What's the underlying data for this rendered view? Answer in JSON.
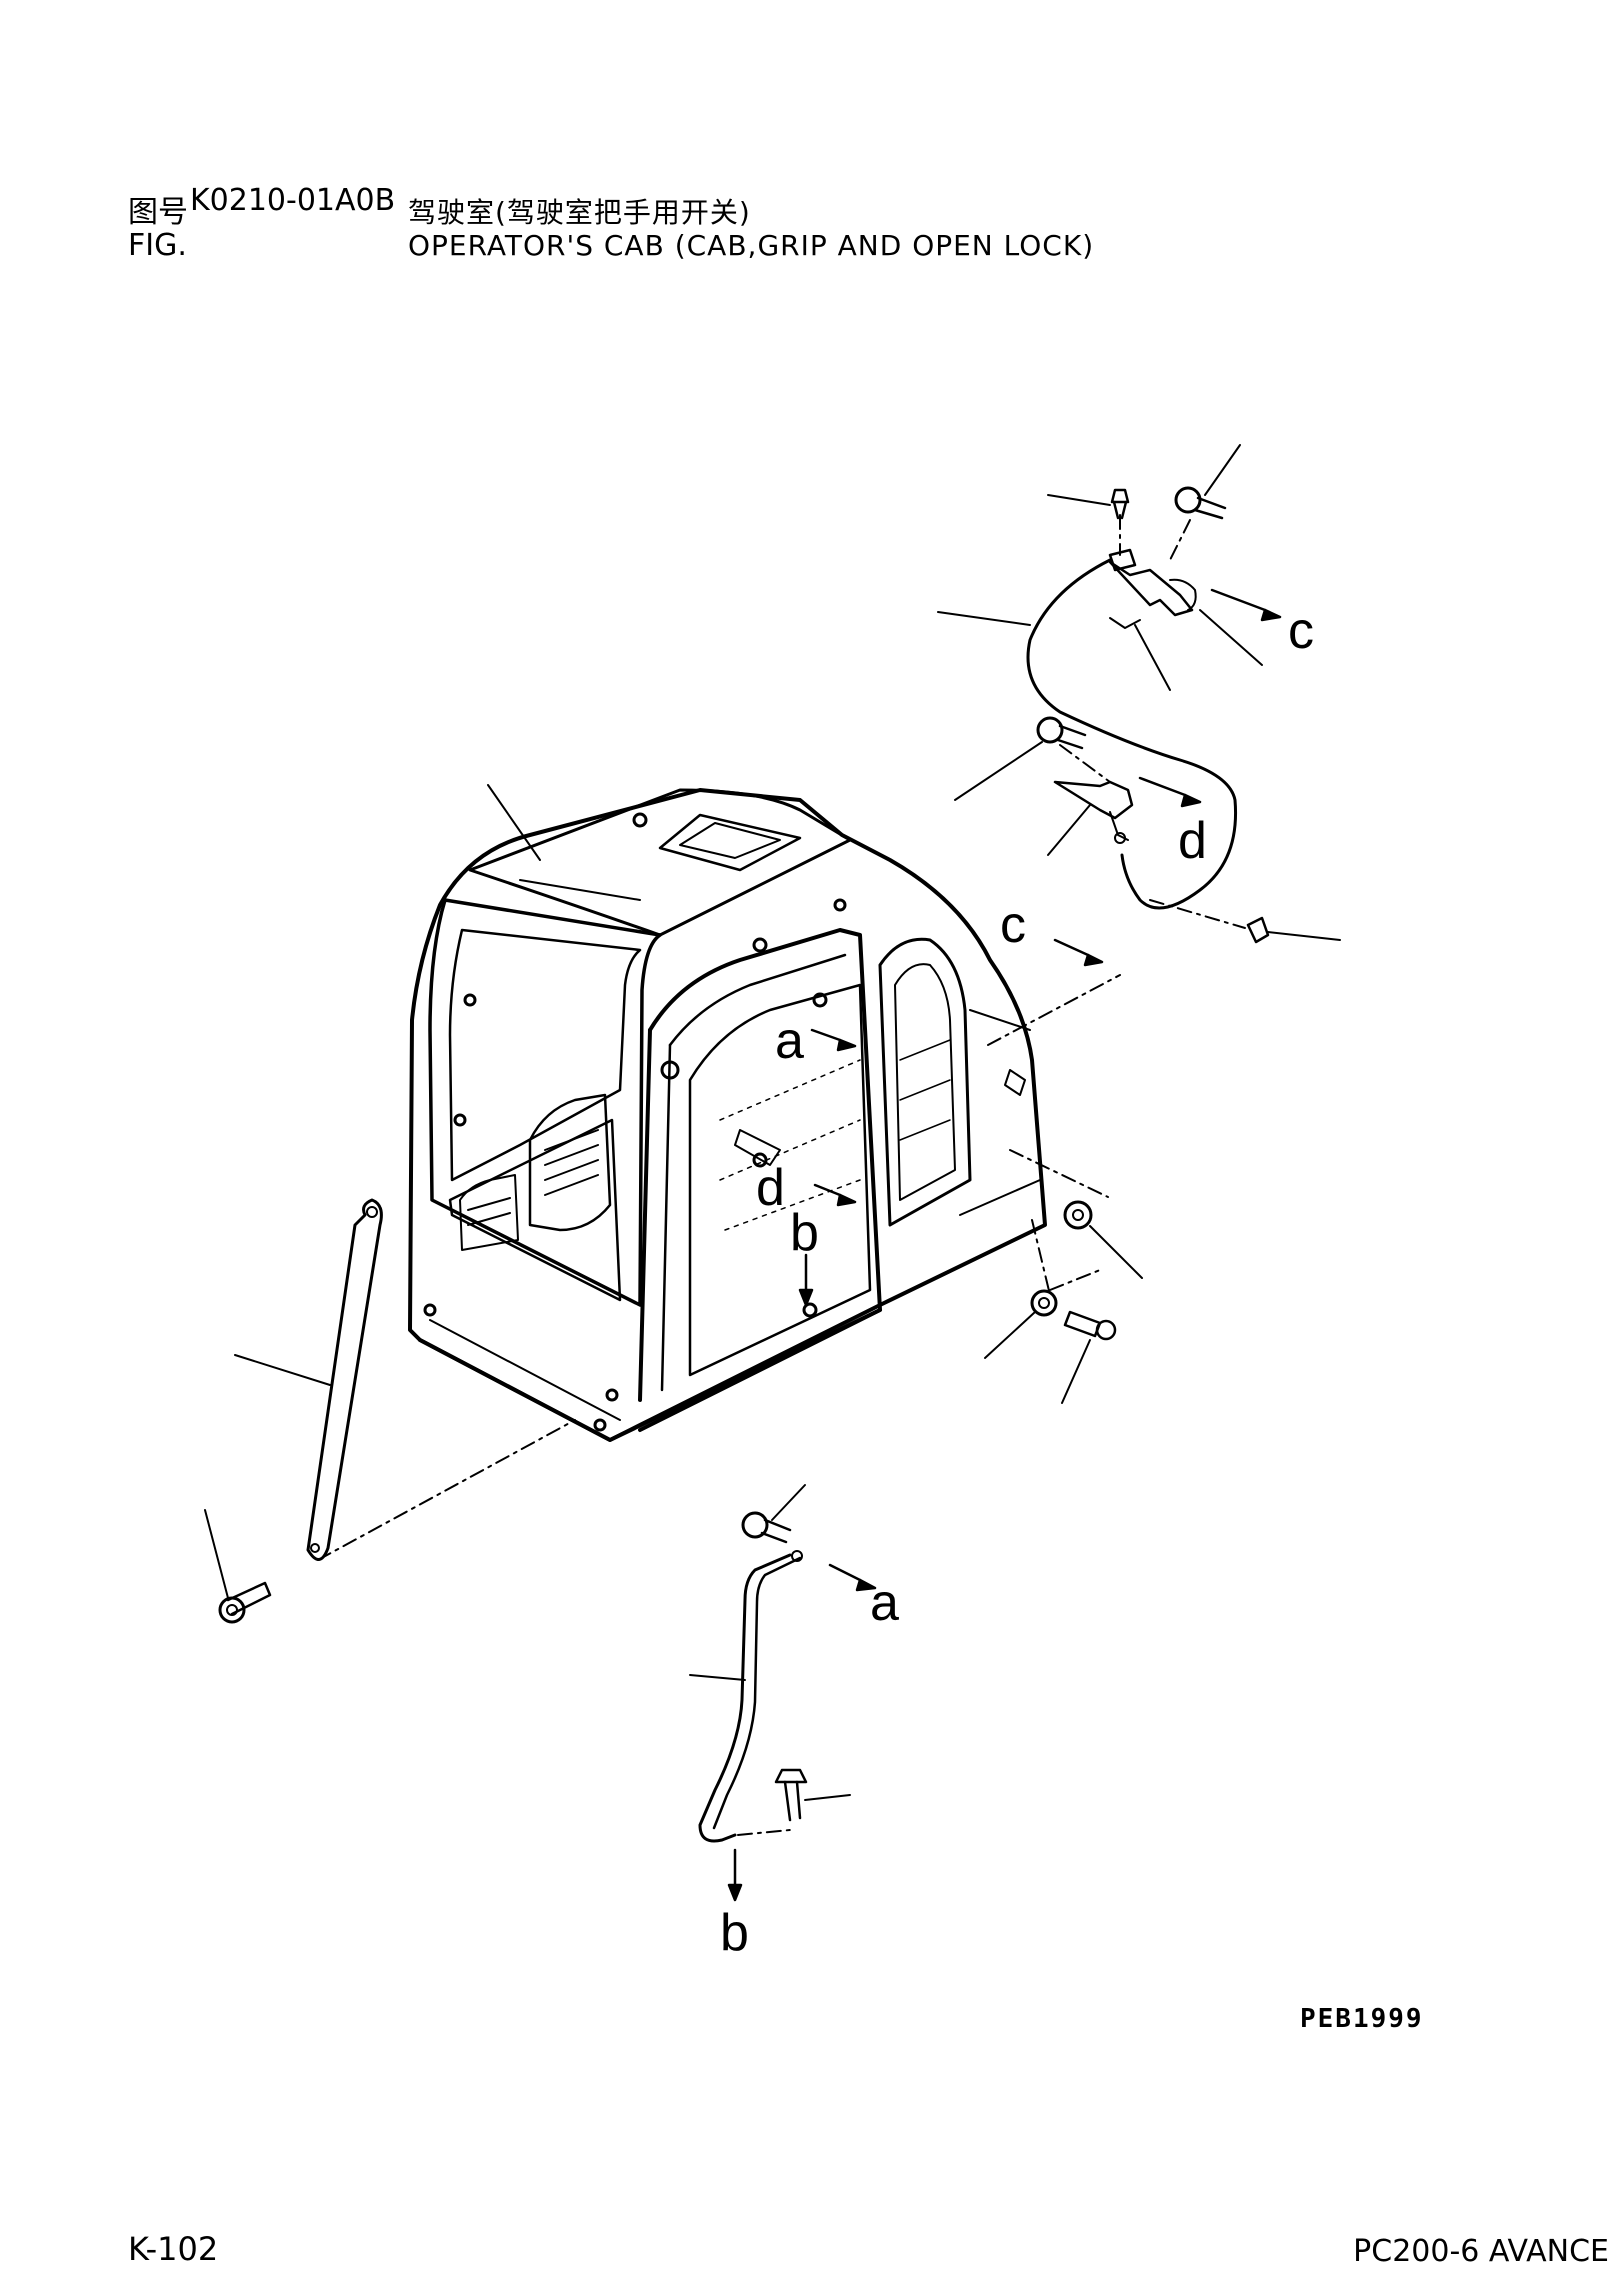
{
  "header": {
    "fig_label_cn": "图号",
    "fig_label_en": "FIG.",
    "fig_number": "K0210-01A0B",
    "title_cn": "驾驶室(驾驶室把手用开关)",
    "title_en": "OPERATOR'S CAB (CAB,GRIP AND OPEN LOCK)"
  },
  "callouts": {
    "a1": "a",
    "a2": "a",
    "b1": "b",
    "b2": "b",
    "c1": "c",
    "c2": "c",
    "d1": "d",
    "d2": "d"
  },
  "drawing_ref": "PEB1999",
  "footer": {
    "page": "K-102",
    "model": "PC200-6 AVANCE"
  }
}
